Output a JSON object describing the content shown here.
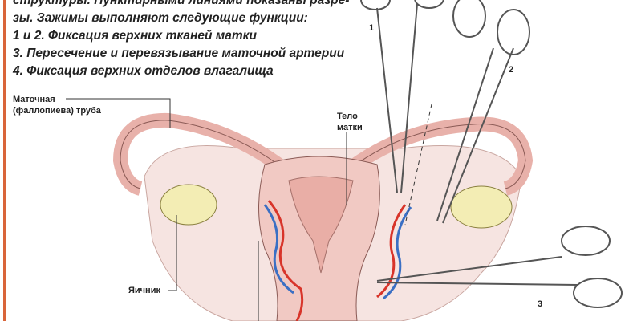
{
  "caption": {
    "lines": [
      "структуры. Пунктирными линиями показаны разре-",
      "зы. Зажимы выполняют следующие функции:",
      "1 и 2. Фиксация верхних тканей матки",
      "3. Пересечение и перевязывание  маточной артерии",
      "4. Фиксация  верхних отделов влагалища"
    ]
  },
  "labels": {
    "tube_line1": "Маточная",
    "tube_line2": "(фаллопиева) труба",
    "ovary": "Яичник",
    "body_line1": "Тело",
    "body_line2": "матки",
    "clamp1": "1",
    "clamp2": "2",
    "clamp3": "3"
  },
  "colors": {
    "accent": "#d9653a",
    "tissue": "#f1c9c3",
    "ovary": "#f3edb4",
    "artery": "#d8342a",
    "vein": "#3a6fc4"
  }
}
